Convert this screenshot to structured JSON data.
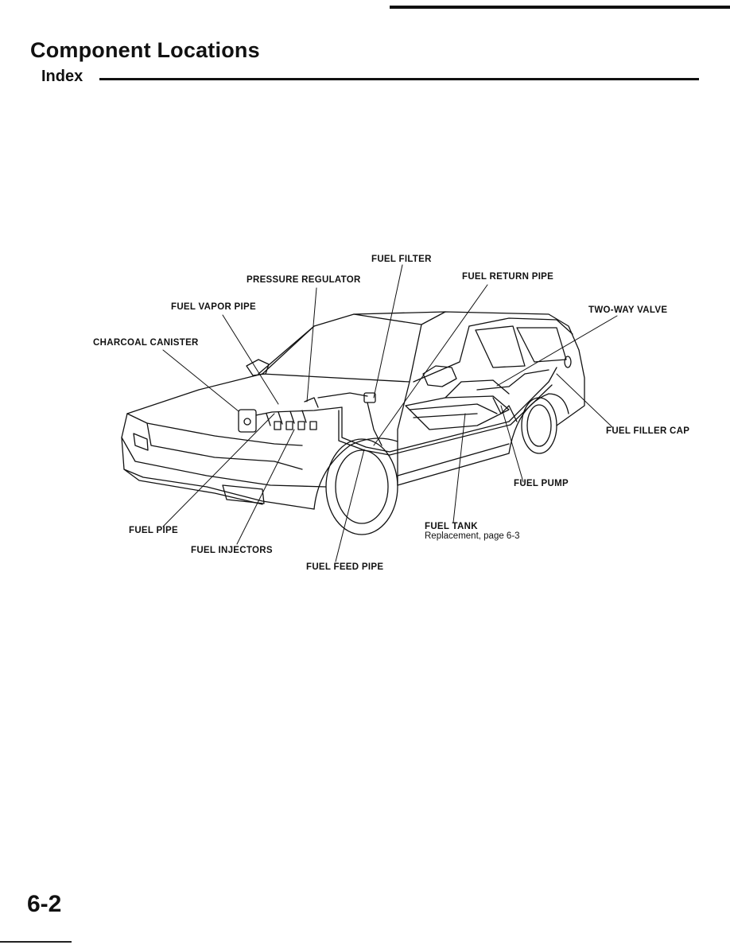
{
  "header": {
    "title": "Component Locations",
    "subtitle": "Index"
  },
  "diagram": {
    "labels": {
      "fuel_filter": "FUEL FILTER",
      "fuel_return_pipe": "FUEL RETURN PIPE",
      "pressure_regulator": "PRESSURE REGULATOR",
      "fuel_vapor_pipe": "FUEL VAPOR PIPE",
      "two_way_valve": "TWO-WAY VALVE",
      "charcoal_canister": "CHARCOAL CANISTER",
      "fuel_filler_cap": "FUEL FILLER CAP",
      "fuel_pump": "FUEL PUMP",
      "fuel_pipe": "FUEL PIPE",
      "fuel_tank": "FUEL TANK",
      "fuel_tank_note": "Replacement, page 6-3",
      "fuel_injectors": "FUEL INJECTORS",
      "fuel_feed_pipe": "FUEL FEED PIPE"
    }
  },
  "footer": {
    "page_number": "6-2"
  }
}
